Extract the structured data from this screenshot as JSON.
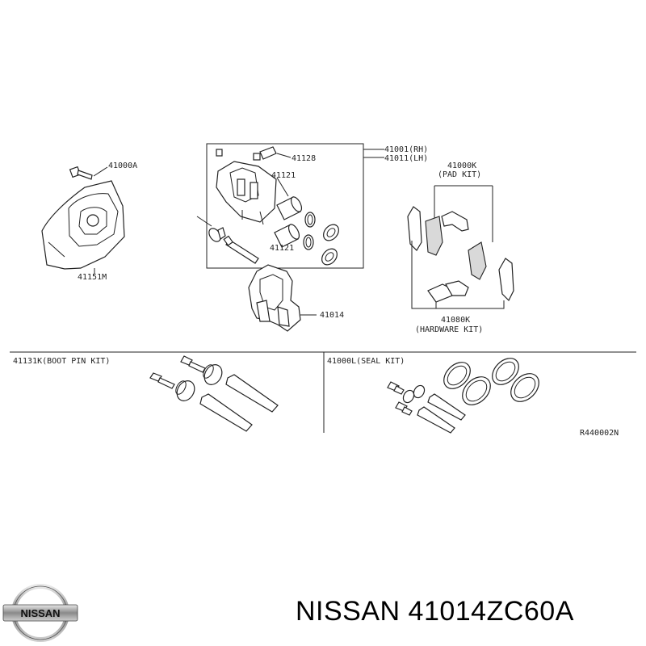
{
  "labels": {
    "bolt": "41000A",
    "shield": "41151M",
    "caliper_rh": "41001(RH)",
    "caliper_lh": "41011(LH)",
    "bleeder": "41128",
    "piston_top": "41121",
    "piston_bottom": "41121",
    "pad_kit_code": "41000K",
    "pad_kit_name": "(PAD KIT)",
    "hardware_kit_code": "41080K",
    "hardware_kit_name": "(HARDWARE KIT)",
    "bracket": "41014",
    "boot_pin_kit": "41131K(BOOT PIN KIT)",
    "seal_kit": "41000L(SEAL KIT)",
    "ref": "R440002N"
  },
  "brand": {
    "logo_text": "NISSAN",
    "caption": "NISSAN 41014ZC60A"
  }
}
